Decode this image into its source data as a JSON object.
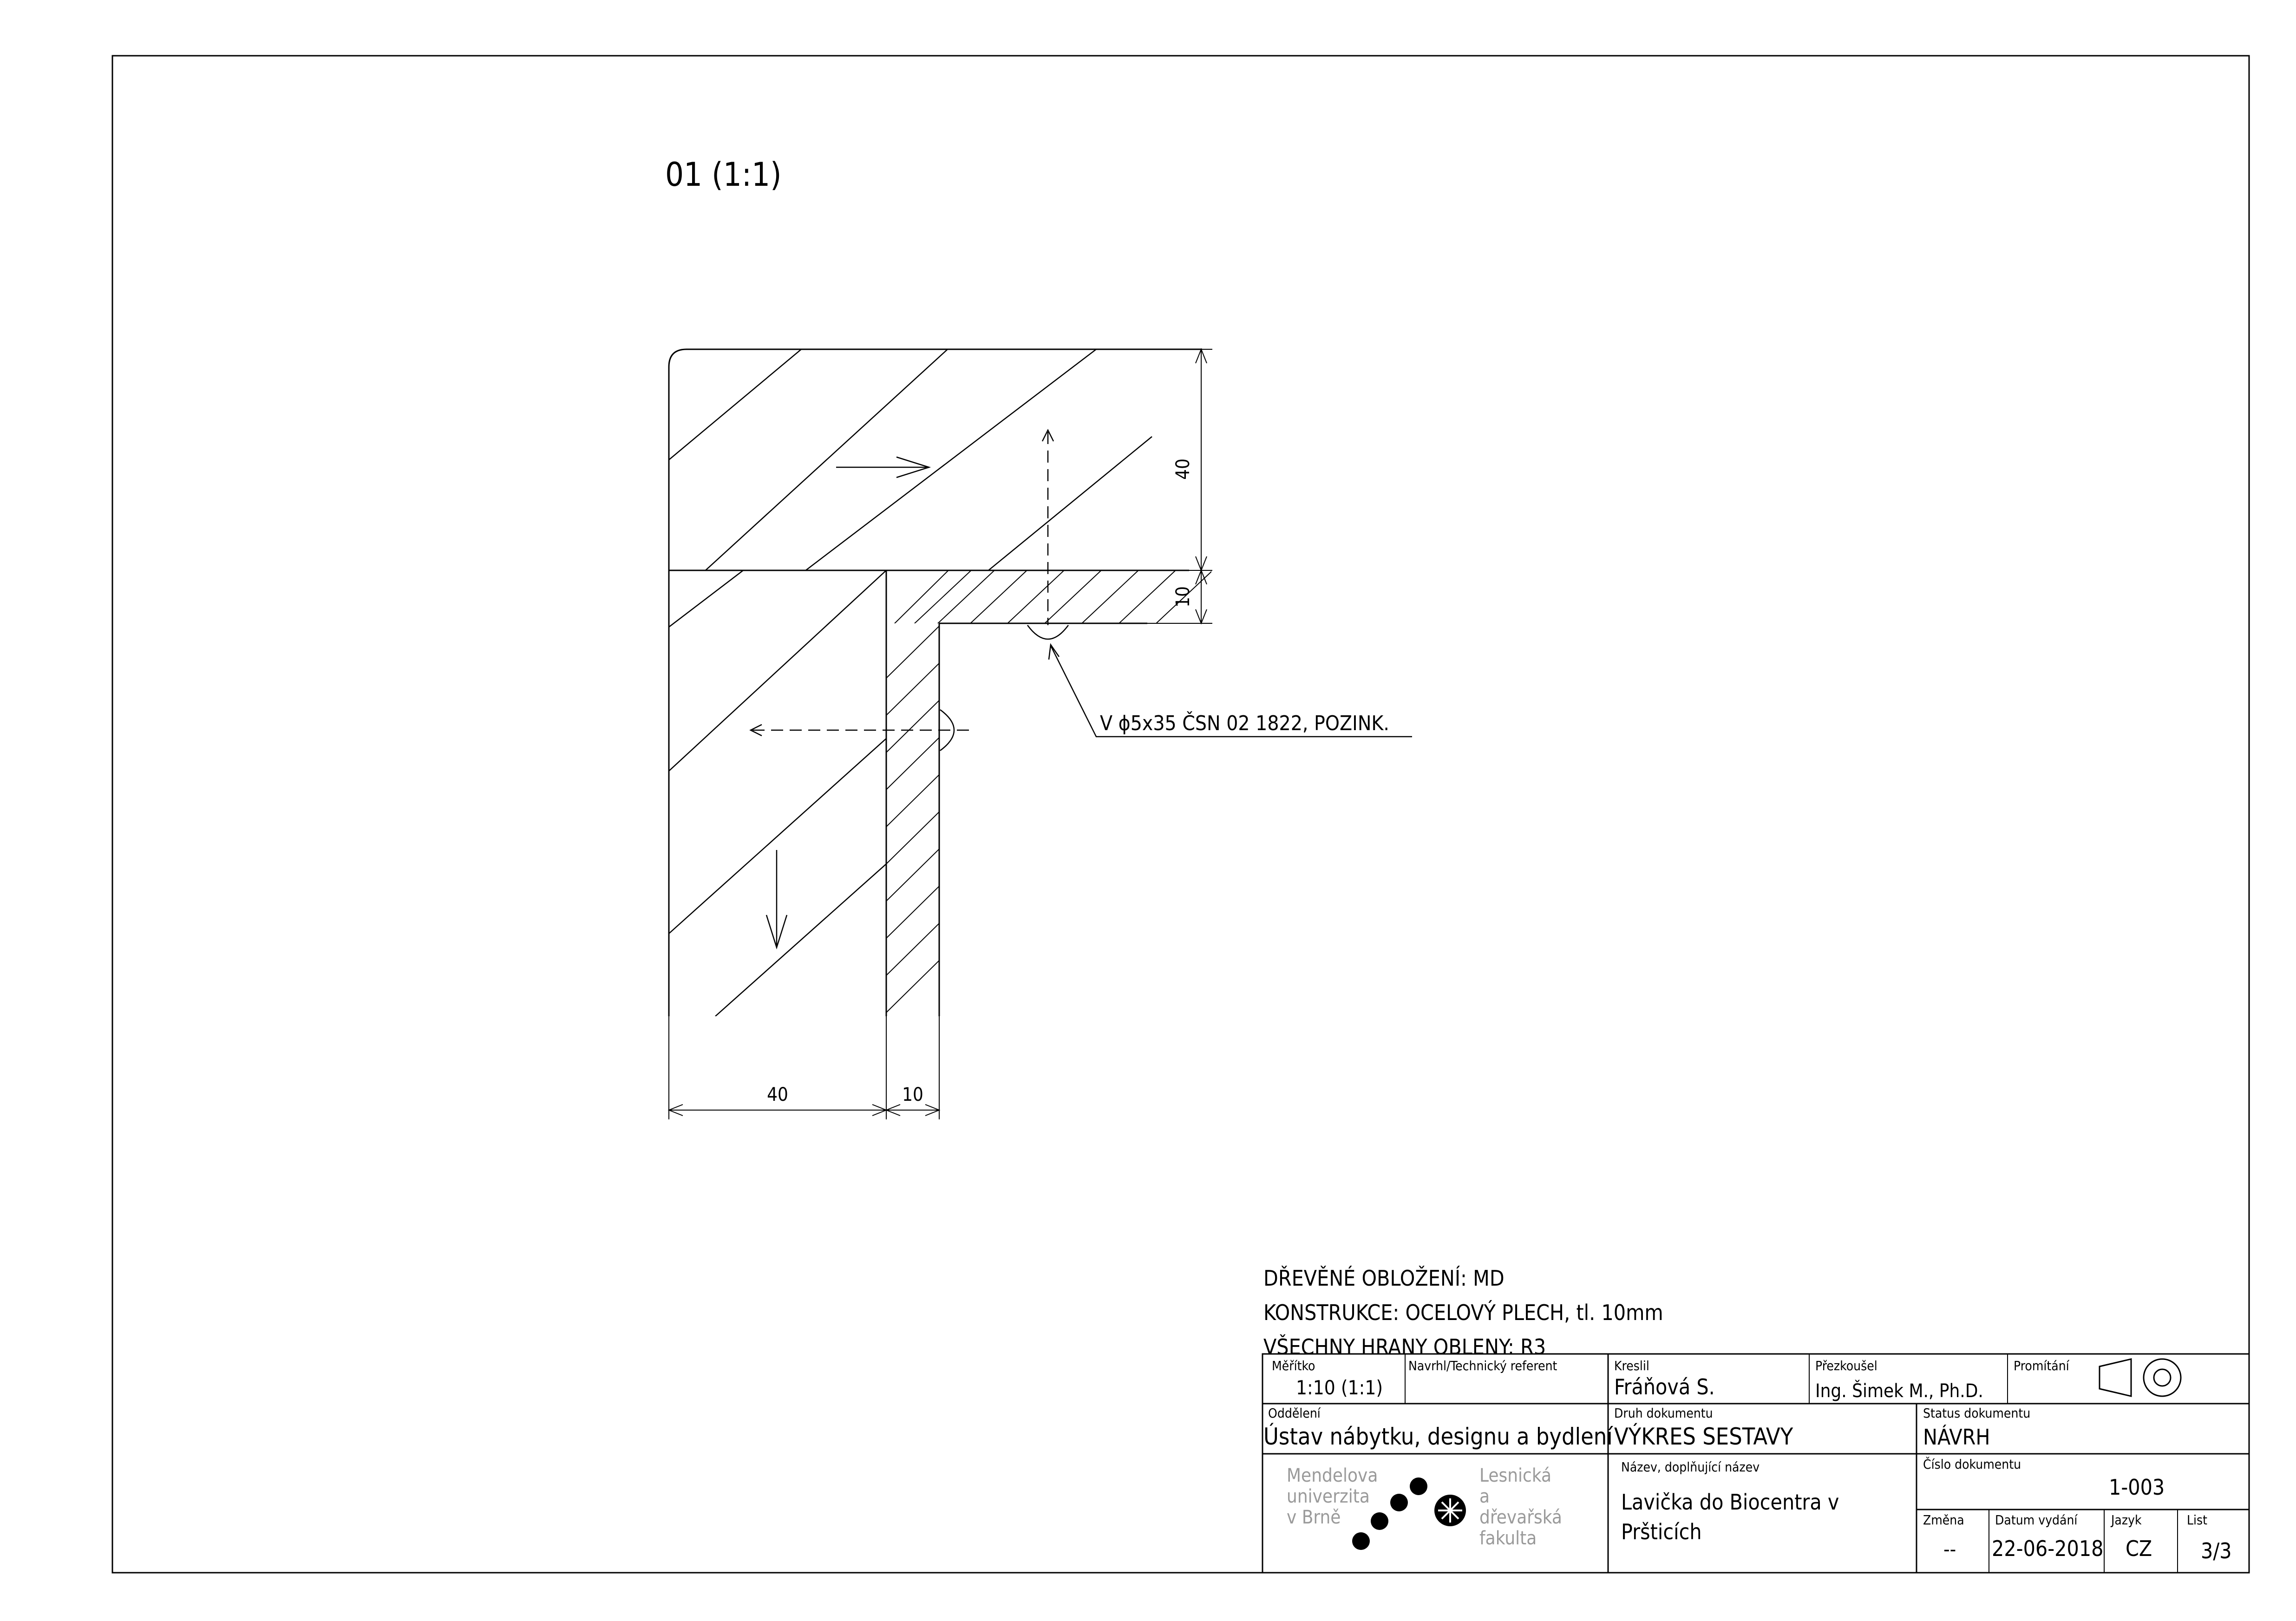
{
  "view": {
    "title": "01 (1:1)"
  },
  "dimensions": {
    "top_height": "40",
    "plate_height": "10",
    "bottom_width": "40",
    "bottom_plate": "10"
  },
  "callout": {
    "screw": "V ϕ5x35 ČSN 02 1822, POZINK."
  },
  "notes": [
    "DŘEVĚNÉ OBLOŽENÍ: MD",
    "KONSTRUKCE: OCELOVÝ PLECH, tl. 10mm",
    "VŠECHNY HRANY OBLENY: R3"
  ],
  "title_block": {
    "scale_label": "Měřítko",
    "scale_value": "1:10 (1:1)",
    "designer_label": "Navrhl/Technický referent",
    "drawn_label": "Kreslil",
    "drawn_value": "Fráňová S.",
    "checked_label": "Přezkoušel",
    "checked_value": "Ing. Šimek M., Ph.D.",
    "projection_label": "Promítání",
    "department_label": "Oddělení",
    "department_value": "Ústav nábytku, designu a bydlení",
    "doctype_label": "Druh dokumentu",
    "doctype_value": "VÝKRES SESTAVY",
    "status_label": "Status dokumentu",
    "status_value": "NÁVRH",
    "uni_lines": [
      "Mendelova",
      "univerzita",
      "v Brně"
    ],
    "faculty_lines": [
      "Lesnická",
      "a",
      "dřevařská",
      "fakulta"
    ],
    "name_label": "Název, doplňující název",
    "name_lines": [
      "Lavička do Biocentra v",
      "Pršticích"
    ],
    "docnum_label": "Číslo dokumentu",
    "docnum_value": "1-003",
    "change_label": "Změna",
    "change_value": "--",
    "date_label": "Datum vydání",
    "date_value": "22-06-2018",
    "lang_label": "Jazyk",
    "lang_value": "CZ",
    "sheet_label": "List",
    "sheet_value": "3/3"
  }
}
